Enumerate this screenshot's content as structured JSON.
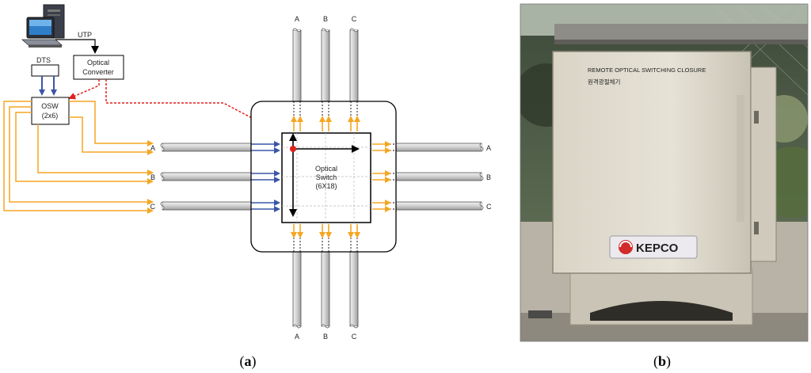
{
  "diagram": {
    "labels": {
      "utp": "UTP",
      "dts": "DTS",
      "optical_converter_line1": "Optical",
      "optical_converter_line2": "Converter",
      "osw_line1": "OSW",
      "osw_line2": "(2x6)",
      "switch_line1": "Optical",
      "switch_line2": "Switch",
      "switch_line3": "(6X18)"
    },
    "cable_labels": {
      "top": [
        "A",
        "B",
        "C"
      ],
      "bottom": [
        "A",
        "B",
        "C"
      ],
      "left": [
        "A",
        "B",
        "C"
      ],
      "right": [
        "A",
        "B",
        "C"
      ]
    },
    "colors": {
      "orange": "#f5a623",
      "blue": "#3a56a8",
      "red": "#e0201b",
      "cable_fill": "#d8d8d8",
      "cable_stroke": "#555555"
    }
  },
  "photo": {
    "plate_line1": "REMOTE OPTICAL SWITCHING CLOSURE",
    "plate_line2": "원격광절체기",
    "logo_text": "KEPCO"
  },
  "captions": {
    "a": {
      "open": "(",
      "letter": "a",
      "close": ")"
    },
    "b": {
      "open": "(",
      "letter": "b",
      "close": ")"
    }
  }
}
